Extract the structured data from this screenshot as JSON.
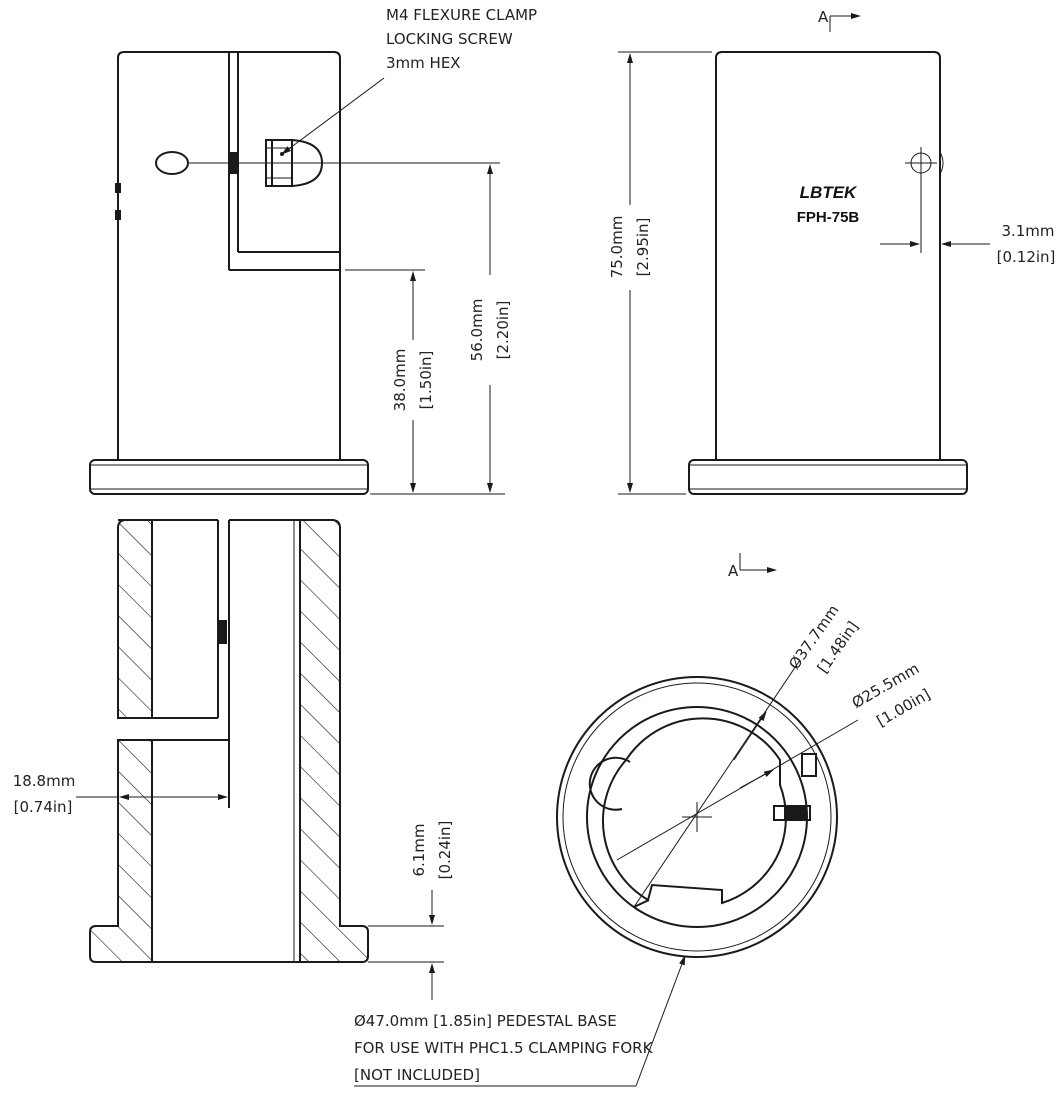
{
  "screw_callout": {
    "line1": "M4 FLEXURE CLAMP",
    "line2": "LOCKING SCREW",
    "line3": "3mm HEX"
  },
  "branding": {
    "brand": "LBTEK",
    "model": "FPH-75B"
  },
  "section_marks": {
    "top": "A",
    "bottom": "A"
  },
  "dimensions": {
    "d38_mm": "38.0mm",
    "d38_in": "[1.50in]",
    "d56_mm": "56.0mm",
    "d56_in": "[2.20in]",
    "d75_mm": "75.0mm",
    "d75_in": "[2.95in]",
    "d31_mm": "3.1mm",
    "d31_in": "[0.12in]",
    "d188_mm": "18.8mm",
    "d188_in": "[0.74in]",
    "d61_mm": "6.1mm",
    "d61_in": "[0.24in]",
    "dia377_mm": "Ø37.7mm",
    "dia377_in": "[1.48in]",
    "dia255_mm": "Ø25.5mm",
    "dia255_in": "[1.00in]"
  },
  "base_note": {
    "line1": "Ø47.0mm [1.85in] PEDESTAL BASE",
    "line2": "FOR USE WITH PHC1.5 CLAMPING FORK",
    "line3": "[NOT INCLUDED]"
  }
}
